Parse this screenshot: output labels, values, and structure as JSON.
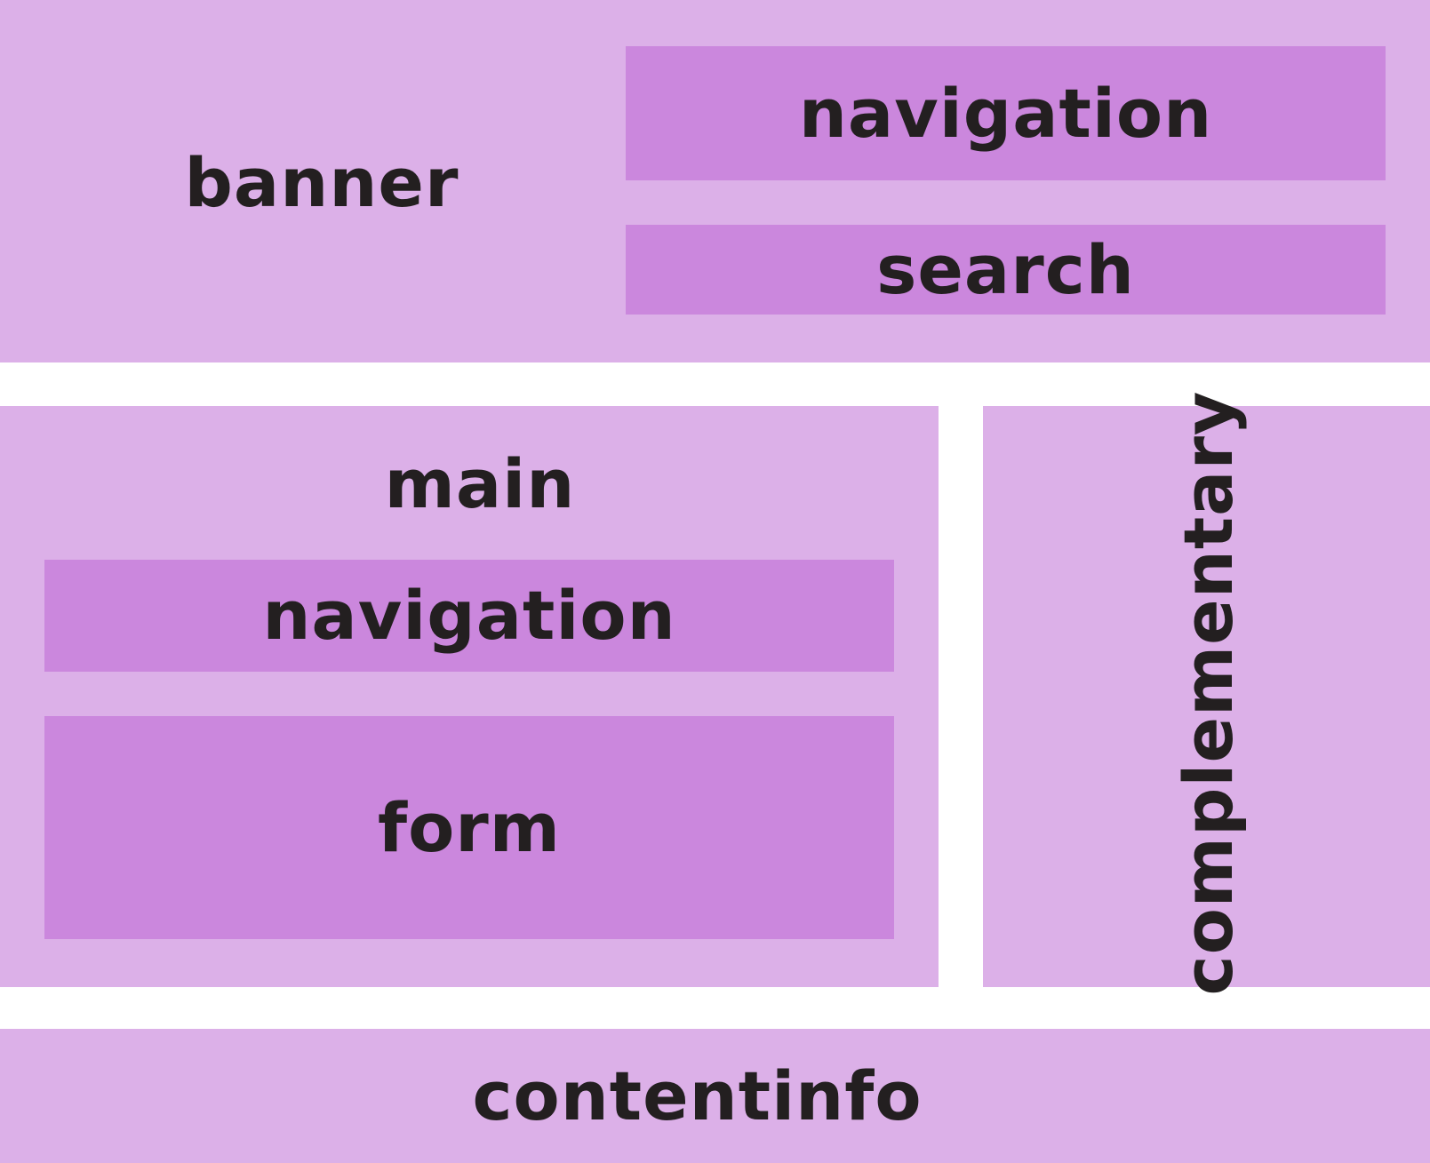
{
  "colors": {
    "outer_region": "#dcb0e8",
    "inner_region": "#cb87dd",
    "text": "#231f20",
    "background": "#ffffff"
  },
  "regions": {
    "banner": {
      "label": "banner"
    },
    "banner_navigation": {
      "label": "navigation"
    },
    "search": {
      "label": "search"
    },
    "main": {
      "label": "main"
    },
    "main_navigation": {
      "label": "navigation"
    },
    "form": {
      "label": "form"
    },
    "complementary": {
      "label": "complementary"
    },
    "contentinfo": {
      "label": "contentinfo"
    }
  }
}
